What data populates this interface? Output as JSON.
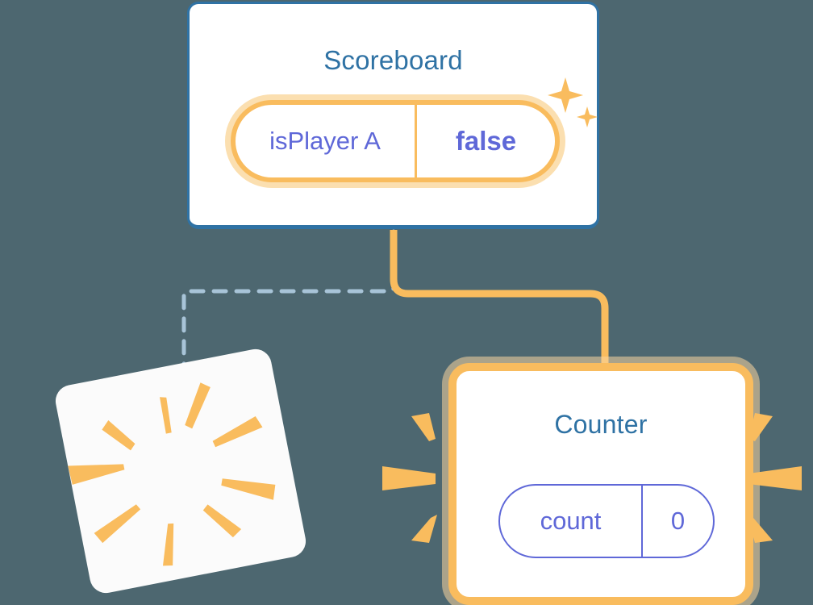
{
  "theme": {
    "background": "#4d6770",
    "card_background": "#ffffff",
    "title_color": "#2f72a4",
    "accent_orange": "#f9bc5e",
    "accent_orange_halo": "#fad6a0",
    "value_purple": "#5f68d8",
    "dashed_connector": "#a8c4d8"
  },
  "scoreboard": {
    "title": "Scoreboard",
    "state_pill": {
      "key": "isPlayer A",
      "value": "false",
      "highlighted": true
    },
    "sparkle_icon": "sparkles-icon"
  },
  "counter": {
    "title": "Counter",
    "state_pill": {
      "key": "count",
      "value": "0",
      "highlighted": false
    },
    "burst_icon": "burst-rays-icon"
  },
  "blank_card": {
    "title": "",
    "burst_icon": "burst-rays-icon",
    "rotation_degrees": -11
  },
  "connectors": [
    {
      "name": "scoreboard-to-blank-card",
      "style": "dashed",
      "color": "#a8c4d8"
    },
    {
      "name": "scoreboard-to-counter",
      "style": "solid",
      "color": "#f9bc5e"
    }
  ]
}
